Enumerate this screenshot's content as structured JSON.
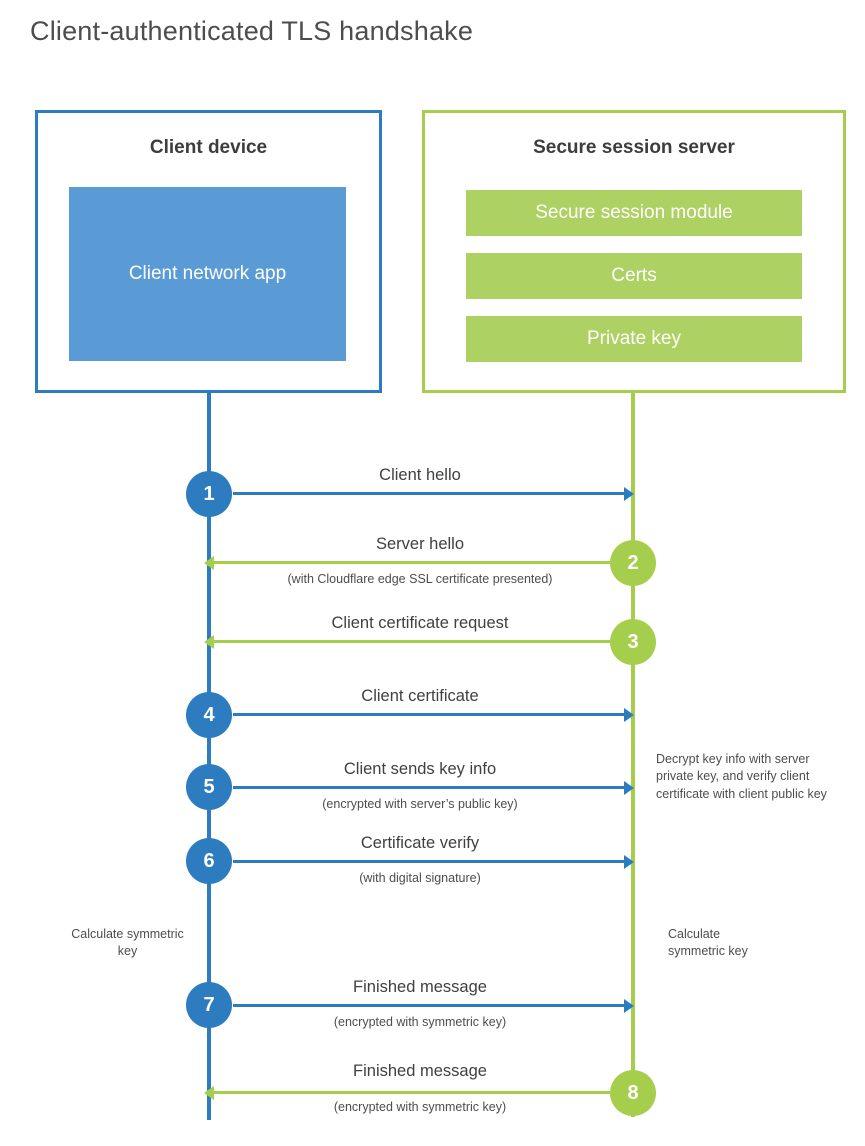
{
  "title": "Client-authenticated TLS handshake",
  "colors": {
    "blue_line": "#2e7cc0",
    "blue_fill": "#5b9bd5",
    "green_line": "#a6ce4d",
    "green_fill": "#aed163"
  },
  "client": {
    "title": "Client device",
    "app_label": "Client network app"
  },
  "server": {
    "title": "Secure session server",
    "modules": [
      "Secure session module",
      "Certs",
      "Private key"
    ]
  },
  "steps": [
    {
      "num": "1",
      "actor": "client",
      "direction": "right",
      "label": "Client hello",
      "sub": ""
    },
    {
      "num": "2",
      "actor": "server",
      "direction": "left",
      "label": "Server hello",
      "sub": "(with Cloudflare edge SSL certificate presented)"
    },
    {
      "num": "3",
      "actor": "server",
      "direction": "left",
      "label": "Client certificate request",
      "sub": ""
    },
    {
      "num": "4",
      "actor": "client",
      "direction": "right",
      "label": "Client certificate",
      "sub": ""
    },
    {
      "num": "5",
      "actor": "client",
      "direction": "right",
      "label": "Client sends key info",
      "sub": "(encrypted with server’s public key)"
    },
    {
      "num": "6",
      "actor": "client",
      "direction": "right",
      "label": "Certificate verify",
      "sub": "(with digital signature)"
    },
    {
      "num": "7",
      "actor": "client",
      "direction": "right",
      "label": "Finished message",
      "sub": "(encrypted with symmetric key)"
    },
    {
      "num": "8",
      "actor": "server",
      "direction": "left",
      "label": "Finished message",
      "sub": "(encrypted with symmetric key)"
    }
  ],
  "notes": {
    "decrypt": "Decrypt key info with server private key, and verify client certificate with client public key",
    "calc_left": "Calculate symmetric key",
    "calc_right": "Calculate symmetric key"
  }
}
